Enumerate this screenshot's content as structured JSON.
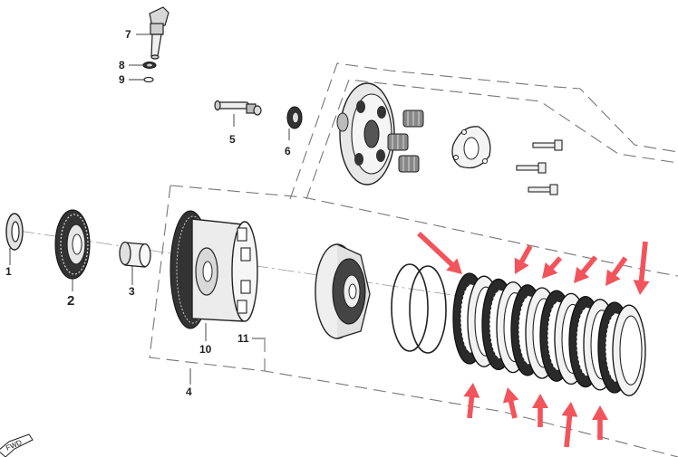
{
  "diagram": {
    "callouts": {
      "c1": "1",
      "c2": "2",
      "c3": "3",
      "c4": "4",
      "c5": "5",
      "c6": "6",
      "c7": "7",
      "c8": "8",
      "c9": "9",
      "c10": "10",
      "c11": "11"
    },
    "direction_marker": "FWD",
    "colors": {
      "line": "#222222",
      "dash": "#777777",
      "part_fill": "#e9e9e9",
      "part_dark": "#2a2a2a",
      "arrow": "#f2545b"
    },
    "highlight_arrows": 11
  }
}
